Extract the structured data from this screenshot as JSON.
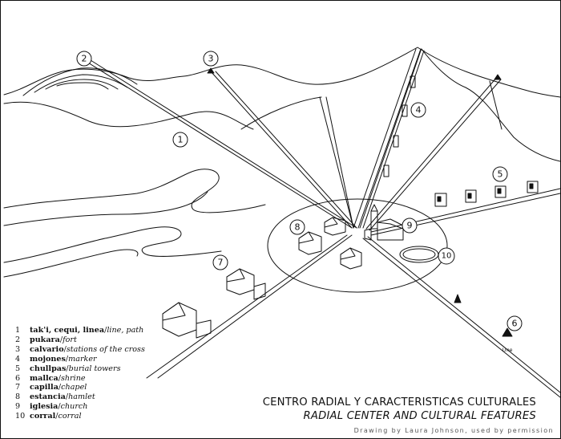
{
  "callouts": [
    "1",
    "2",
    "3",
    "4",
    "5",
    "6",
    "7",
    "8",
    "9",
    "10"
  ],
  "legend": [
    {
      "num": "1",
      "term": "tak'i, cequi, linea",
      "en": "line, path"
    },
    {
      "num": "2",
      "term": "pukara",
      "en": "fort"
    },
    {
      "num": "3",
      "term": "calvario",
      "en": "stations of the cross"
    },
    {
      "num": "4",
      "term": "mojones",
      "en": "marker"
    },
    {
      "num": "5",
      "term": "chullpas",
      "en": "burial towers"
    },
    {
      "num": "6",
      "term": "mallca",
      "en": "shrine"
    },
    {
      "num": "7",
      "term": "capilla",
      "en": "chapel"
    },
    {
      "num": "8",
      "term": "estancia",
      "en": "hamlet"
    },
    {
      "num": "9",
      "term": "iglesia",
      "en": "church"
    },
    {
      "num": "10",
      "term": "corral",
      "en": "corral"
    }
  ],
  "title": {
    "spanish": "CENTRO RADIAL Y CARACTERISTICAS CULTURALES",
    "english": "RADIAL CENTER AND CULTURAL FEATURES"
  },
  "credit": "Drawing by Laura Johnson, used by permission",
  "signature": "Lme",
  "colors": {
    "ink": "#111111",
    "paper": "#ffffff"
  }
}
